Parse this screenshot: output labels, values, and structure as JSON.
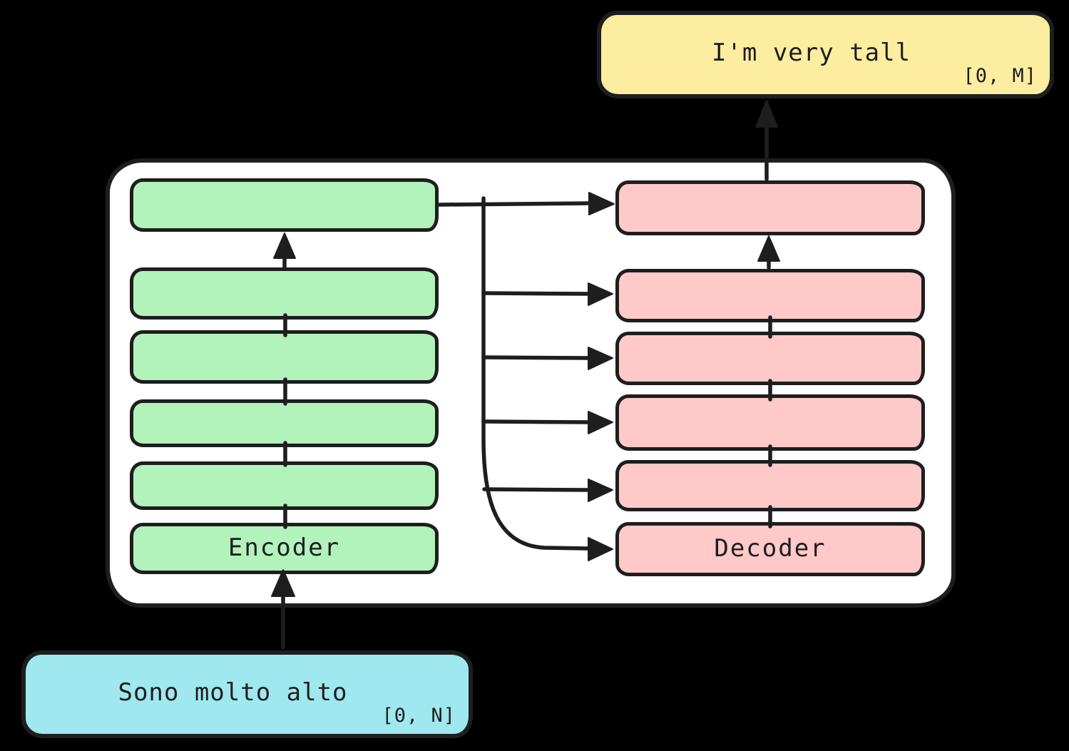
{
  "scene": {
    "background_color": "#000000",
    "stroke_color": "#1e1e1e"
  },
  "container": {
    "fill": "#ffffff"
  },
  "output_box": {
    "label": "I'm very tall",
    "range_label": "[0, M]",
    "fill": "#fceda0"
  },
  "input_box": {
    "label": "Sono molto alto",
    "range_label": "[0, N]",
    "fill": "#a0e8f0"
  },
  "encoder": {
    "label": "Encoder",
    "layer_count": 6,
    "fill": "#b2f2bb"
  },
  "decoder": {
    "label": "Decoder",
    "layer_count": 6,
    "fill": "#ffc9c9"
  }
}
